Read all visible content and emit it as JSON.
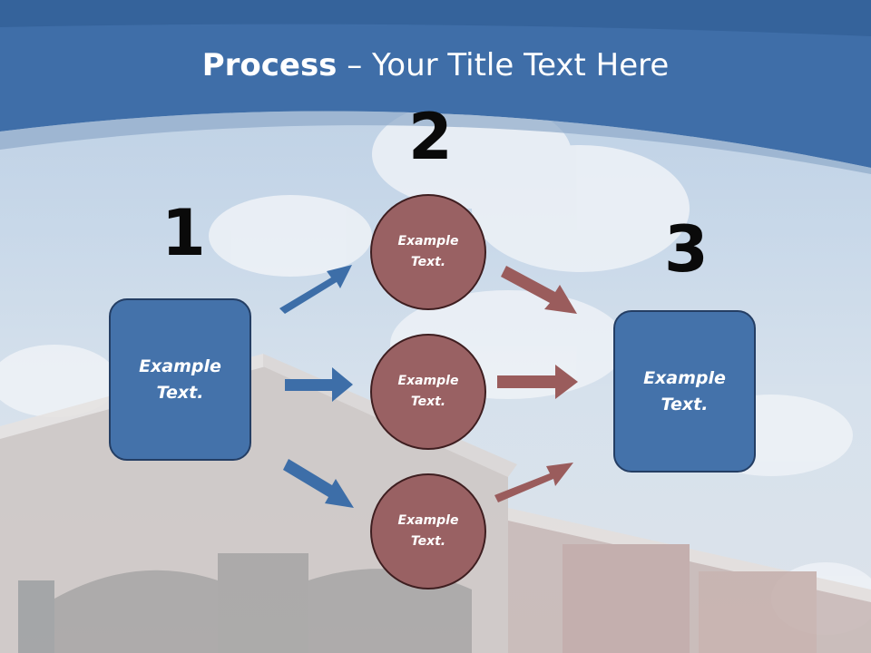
{
  "title": {
    "bold": "Process",
    "rest": " – Your Title Text Here"
  },
  "steps": [
    {
      "number": "1",
      "text_line1": "Example",
      "text_line2": "Text."
    },
    {
      "number": "2",
      "text_line1": "Example",
      "text_line2": "Text."
    },
    {
      "number": "3",
      "text_line1": "Example",
      "text_line2": "Text."
    }
  ],
  "circles": [
    {
      "text_line1": "Example",
      "text_line2": "Text."
    },
    {
      "text_line1": "Example",
      "text_line2": "Text."
    },
    {
      "text_line1": "Example",
      "text_line2": "Text."
    }
  ],
  "colors": {
    "blue_box": "#4472aa",
    "circle": "#996163",
    "blue_arrow": "#3d6ea8",
    "red_arrow": "#9a5c5c",
    "header": "#3a6aa6"
  }
}
